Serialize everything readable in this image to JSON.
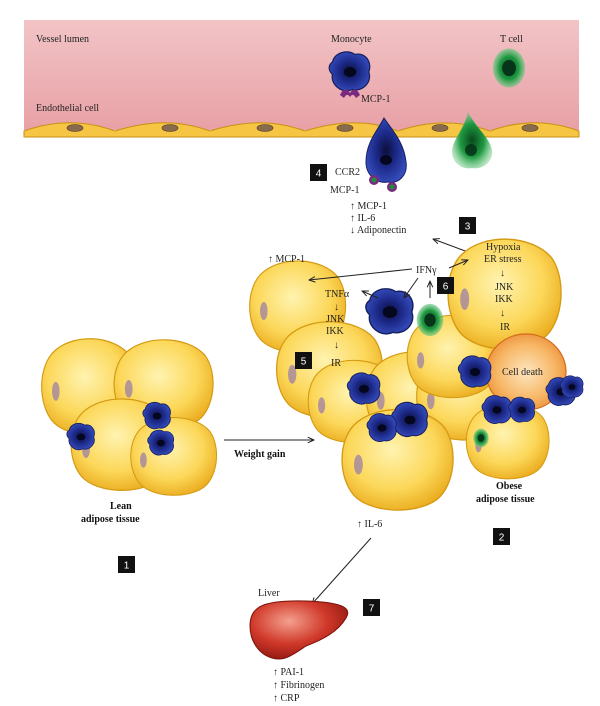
{
  "lumen": {
    "vessel_label": "Vessel lumen",
    "endothelial_label": "Endothelial cell",
    "monocyte_label": "Monocyte",
    "tcell_label": "T cell",
    "mcp1_top": "MCP-1",
    "ccr2": "CCR2",
    "mcp1_lower": "MCP-1"
  },
  "steps": [
    "1",
    "2",
    "3",
    "4",
    "5",
    "6",
    "7"
  ],
  "secretion": {
    "mcp1": "↑ MCP-1",
    "il6": "↑ IL-6",
    "adiponectin": "↓ Adiponectin"
  },
  "obese_cells": {
    "mcp1_left": "↑ MCP-1",
    "ifng": "IFNγ",
    "tnfa": "TNFα",
    "jnk_left": "JNK",
    "ikk_left": "IKK",
    "ir_left": "IR",
    "hypoxia": "Hypoxia",
    "er_stress": "ER stress",
    "jnk_right": "JNK",
    "ikk_right": "IKK",
    "ir_right": "IR",
    "cell_death": "Cell death"
  },
  "tissue": {
    "lean_line1": "Lean",
    "lean_line2": "adipose tissue",
    "weight_gain": "Weight gain",
    "obese_line1": "Obese",
    "obese_line2": "adipose tissue",
    "il6": "↑ IL-6"
  },
  "liver": {
    "label": "Liver",
    "pai1": "↑ PAI-1",
    "fibrinogen": "↑ Fibrinogen",
    "crp": "↑ CRP"
  }
}
